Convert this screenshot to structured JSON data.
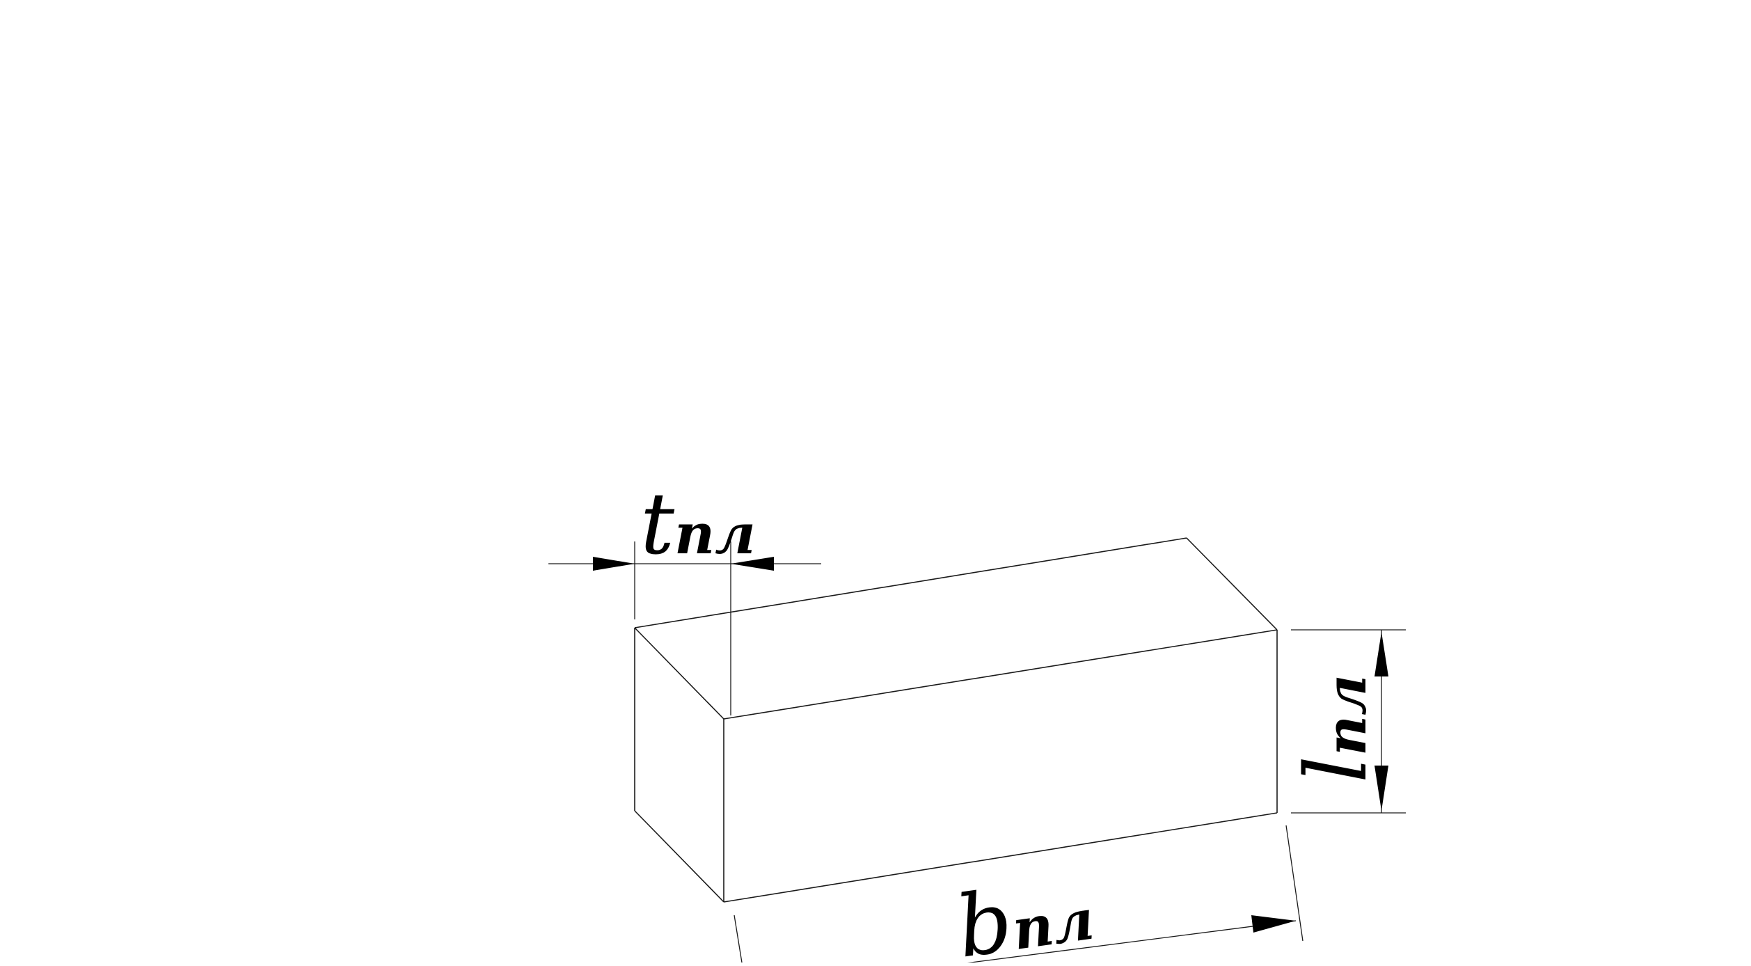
{
  "labels": {
    "thickness": {
      "main": "t",
      "sub": "пл"
    },
    "length": {
      "main": "l",
      "sub": "пл"
    },
    "width": {
      "main": "b",
      "sub": "пл"
    }
  },
  "colors": {
    "line": "#1a1a1a",
    "arrow": "#000000",
    "background": "#ffffff"
  }
}
